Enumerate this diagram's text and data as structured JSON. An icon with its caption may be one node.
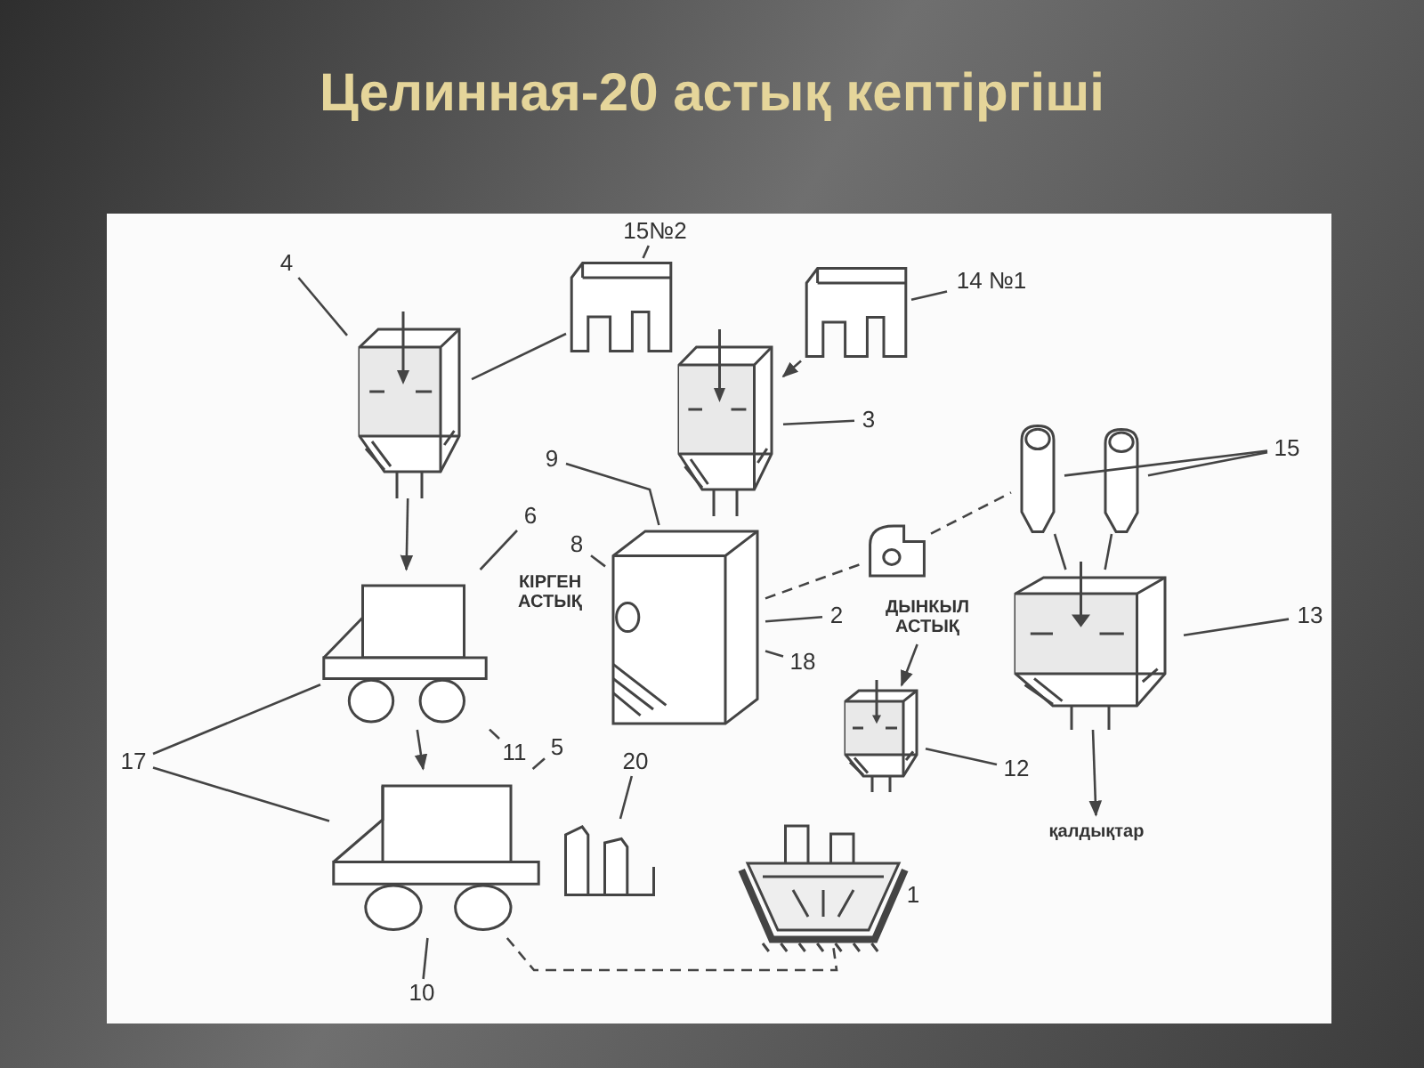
{
  "diagram": {
    "title": "Целинная-20 астық кептіргіші",
    "nodes": [
      {
        "text": [
          "4"
        ]
      },
      {
        "text": [
          "15№2"
        ]
      },
      {
        "text": [
          "14 №1"
        ]
      },
      {
        "text": [
          "3"
        ]
      },
      {
        "text": [
          "15"
        ]
      },
      {
        "text": [
          "9"
        ]
      },
      {
        "text": [
          "6"
        ]
      },
      {
        "text": [
          "8"
        ]
      },
      {
        "text": [
          "2"
        ]
      },
      {
        "text": [
          "ДЫНКЫЛ АСТЫҚ"
        ]
      },
      {
        "text": [
          "13"
        ]
      },
      {
        "text": [
          "18"
        ]
      },
      {
        "text": [
          "12"
        ]
      },
      {
        "text": [
          "20"
        ]
      },
      {
        "text": [
          "17"
        ]
      },
      {
        "text": [
          "5"
        ]
      },
      {
        "text": [
          "11"
        ]
      },
      {
        "text": [
          "10"
        ]
      },
      {
        "text": [
          "қалдықтар"
        ]
      },
      {
        "text": [],
        "shape": "picture"
      },
      {
        "text": [],
        "shape": "picture"
      },
      {
        "text": [],
        "shape": "picture"
      },
      {
        "text": [],
        "shape": "picture"
      },
      {
        "text": [],
        "shape": "picture"
      },
      {
        "text": [],
        "shape": "picture"
      },
      {
        "text": [],
        "shape": "picture"
      },
      {
        "text": [],
        "shape": "picture"
      },
      {
        "text": [],
        "shape": "picture"
      },
      {
        "text": [],
        "shape": "picture"
      },
      {
        "text": [],
        "shape": "picture"
      },
      {
        "text": [],
        "shape": "picture"
      },
      {
        "text": [],
        "shape": "picture"
      },
      {
        "text": [],
        "shape": "picture",
        "beside": [
          "1"
        ]
      }
    ],
    "edges": [
      {
        "from": 0,
        "to": 19,
        "arrow": "none"
      },
      {
        "from": 1,
        "to": 20,
        "arrow": "none"
      },
      {
        "from": 2,
        "to": 21,
        "arrow": "none"
      },
      {
        "from": 3,
        "to": 22,
        "arrow": "none"
      },
      {
        "from": 4,
        "to": 25,
        "arrow": "none"
      },
      {
        "from": 4,
        "to": 26,
        "arrow": "none"
      },
      {
        "from": 5,
        "to": 23,
        "arrow": "none"
      },
      {
        "from": 6,
        "to": 29,
        "arrow": "none"
      },
      {
        "from": 7,
        "to": 23,
        "arrow": "none"
      },
      {
        "from": 8,
        "to": 23,
        "arrow": "none"
      },
      {
        "from": 10,
        "to": 27,
        "arrow": "none"
      },
      {
        "from": 11,
        "to": 23,
        "arrow": "none"
      },
      {
        "from": 12,
        "to": 28,
        "arrow": "none"
      },
      {
        "from": 13,
        "to": 31,
        "arrow": "none"
      },
      {
        "from": 14,
        "to": 29,
        "arrow": "none"
      },
      {
        "from": 14,
        "to": 30,
        "arrow": "none"
      },
      {
        "from": 15,
        "to": 30,
        "arrow": "none"
      },
      {
        "from": 16,
        "to": 29,
        "arrow": "none"
      },
      {
        "from": 17,
        "to": 30,
        "arrow": "none"
      },
      {
        "from": 9,
        "to": 28,
        "arrow": "to"
      },
      {
        "from": 27,
        "to": 18,
        "arrow": "to"
      },
      {
        "from": 19,
        "to": 20,
        "arrow": "none"
      },
      {
        "from": 21,
        "to": 22,
        "arrow": "to"
      },
      {
        "from": 19,
        "to": 29,
        "arrow": "to"
      },
      {
        "from": 29,
        "to": 30,
        "arrow": "to"
      },
      {
        "from": 23,
        "to": 24,
        "arrow": "none",
        "style": "dashed"
      },
      {
        "from": 24,
        "to": 25,
        "arrow": "none",
        "style": "dashed"
      },
      {
        "from": 30,
        "to": 32,
        "arrow": "none",
        "style": "dashed"
      },
      {
        "from": 25,
        "to": 27,
        "arrow": "none"
      },
      {
        "from": 26,
        "to": 27,
        "arrow": "none"
      }
    ],
    "labels": [
      "КІРГЕН АСТЫҚ"
    ]
  }
}
